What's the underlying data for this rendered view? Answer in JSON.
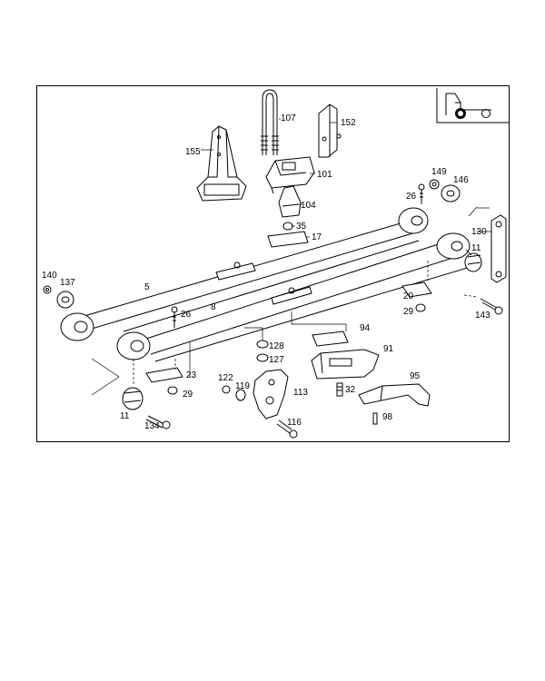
{
  "diagram": {
    "callouts": [
      {
        "id": "c107",
        "text": "107"
      },
      {
        "id": "c152",
        "text": "152"
      },
      {
        "id": "c155",
        "text": "155"
      },
      {
        "id": "c101",
        "text": "101"
      },
      {
        "id": "c104",
        "text": "104"
      },
      {
        "id": "c35",
        "text": "35"
      },
      {
        "id": "c17",
        "text": "17"
      },
      {
        "id": "c149",
        "text": "149"
      },
      {
        "id": "c146",
        "text": "146"
      },
      {
        "id": "c26a",
        "text": "26"
      },
      {
        "id": "c130",
        "text": "130"
      },
      {
        "id": "c11a",
        "text": "11"
      },
      {
        "id": "c140",
        "text": "140"
      },
      {
        "id": "c137",
        "text": "137"
      },
      {
        "id": "c5",
        "text": "5"
      },
      {
        "id": "c8",
        "text": "8"
      },
      {
        "id": "c26b",
        "text": "26"
      },
      {
        "id": "c20",
        "text": "20"
      },
      {
        "id": "c29a",
        "text": "29"
      },
      {
        "id": "c143",
        "text": "143"
      },
      {
        "id": "c94",
        "text": "94"
      },
      {
        "id": "c128",
        "text": "128"
      },
      {
        "id": "c127",
        "text": "127"
      },
      {
        "id": "c91",
        "text": "91"
      },
      {
        "id": "c23",
        "text": "23"
      },
      {
        "id": "c29b",
        "text": "29"
      },
      {
        "id": "c122",
        "text": "122"
      },
      {
        "id": "c119",
        "text": "119"
      },
      {
        "id": "c113",
        "text": "113"
      },
      {
        "id": "c95",
        "text": "95"
      },
      {
        "id": "c32",
        "text": "32"
      },
      {
        "id": "c11b",
        "text": "11"
      },
      {
        "id": "c116",
        "text": "116"
      },
      {
        "id": "c98",
        "text": "98"
      },
      {
        "id": "c134",
        "text": "134"
      }
    ]
  }
}
